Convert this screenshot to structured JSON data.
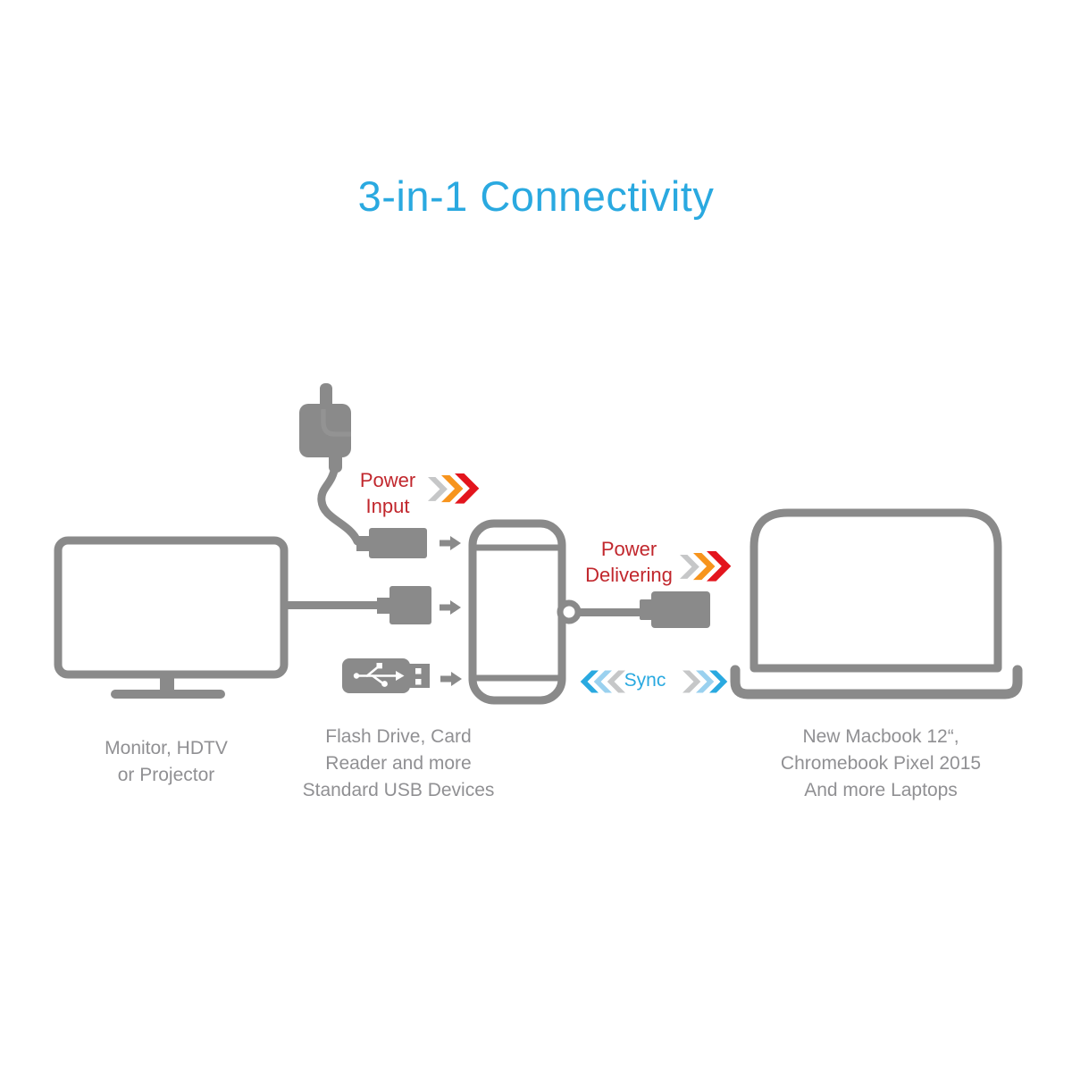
{
  "title": "3-in-1 Connectivity",
  "flow_labels": {
    "power_input_line1": "Power",
    "power_input_line2": "Input",
    "power_delivering_line1": "Power",
    "power_delivering_line2": "Delivering",
    "sync": "Sync"
  },
  "captions": {
    "monitor_line1": "Monitor, HDTV",
    "monitor_line2": "or Projector",
    "usb_line1": "Flash Drive, Card",
    "usb_line2": "Reader and more",
    "usb_line3": "Standard USB Devices",
    "laptop_line1": "New Macbook 12“,",
    "laptop_line2": "Chromebook Pixel 2015",
    "laptop_line3": "And more Laptops"
  },
  "colors": {
    "device_gray": "#8a8a8a",
    "caption_gray": "#909093",
    "accent_cyan": "#29a9e0",
    "label_red": "#c1272d",
    "chevron_gray": "#c6c7c8",
    "chevron_orange": "#f7941d",
    "chevron_red": "#e3151d",
    "chevron_blue_dark": "#29a9e0",
    "chevron_blue_light": "#9ad1ef"
  },
  "icons": {
    "monitor": "monitor-icon",
    "power_adapter": "power-adapter-icon",
    "usb_flash_drive": "usb-flash-drive-icon",
    "hub": "usb-c-hub-icon",
    "laptop": "laptop-icon",
    "flow_arrow": "right-arrow-icon",
    "usb_symbol": "usb-trident-icon",
    "chevron": "chevron-icon"
  }
}
